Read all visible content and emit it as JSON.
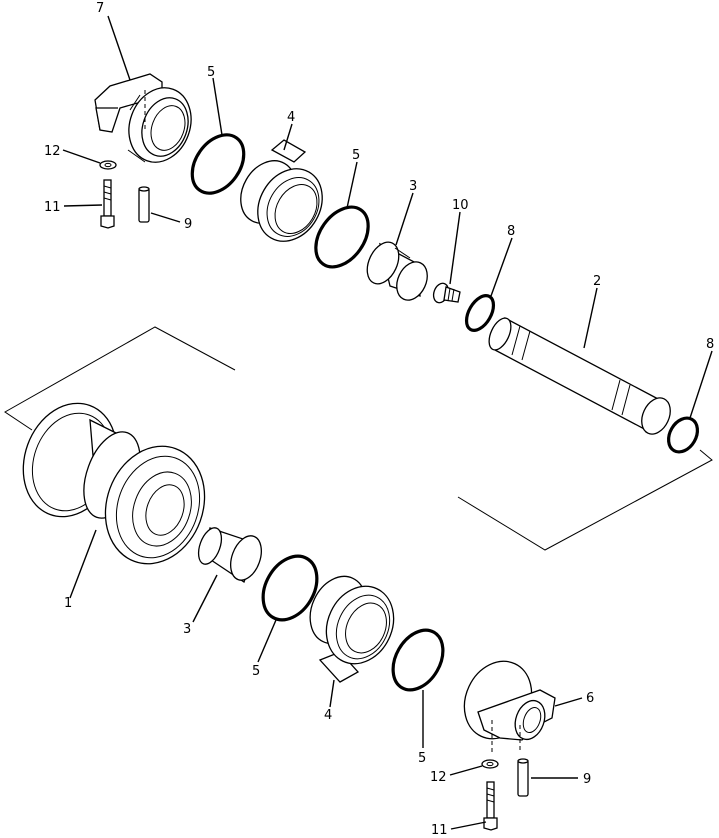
{
  "diagram": {
    "callouts": {
      "c7": "7",
      "c5a": "5",
      "c4a": "4",
      "c5b": "5",
      "c3a": "3",
      "c10": "10",
      "c8a": "8",
      "c2": "2",
      "c8b": "8",
      "c12a": "12",
      "c11a": "11",
      "c9a": "9",
      "c1": "1",
      "c3b": "3",
      "c5c": "5",
      "c4b": "4",
      "c5d": "5",
      "c6": "6",
      "c12b": "12",
      "c9b": "9",
      "c11b": "11"
    }
  }
}
